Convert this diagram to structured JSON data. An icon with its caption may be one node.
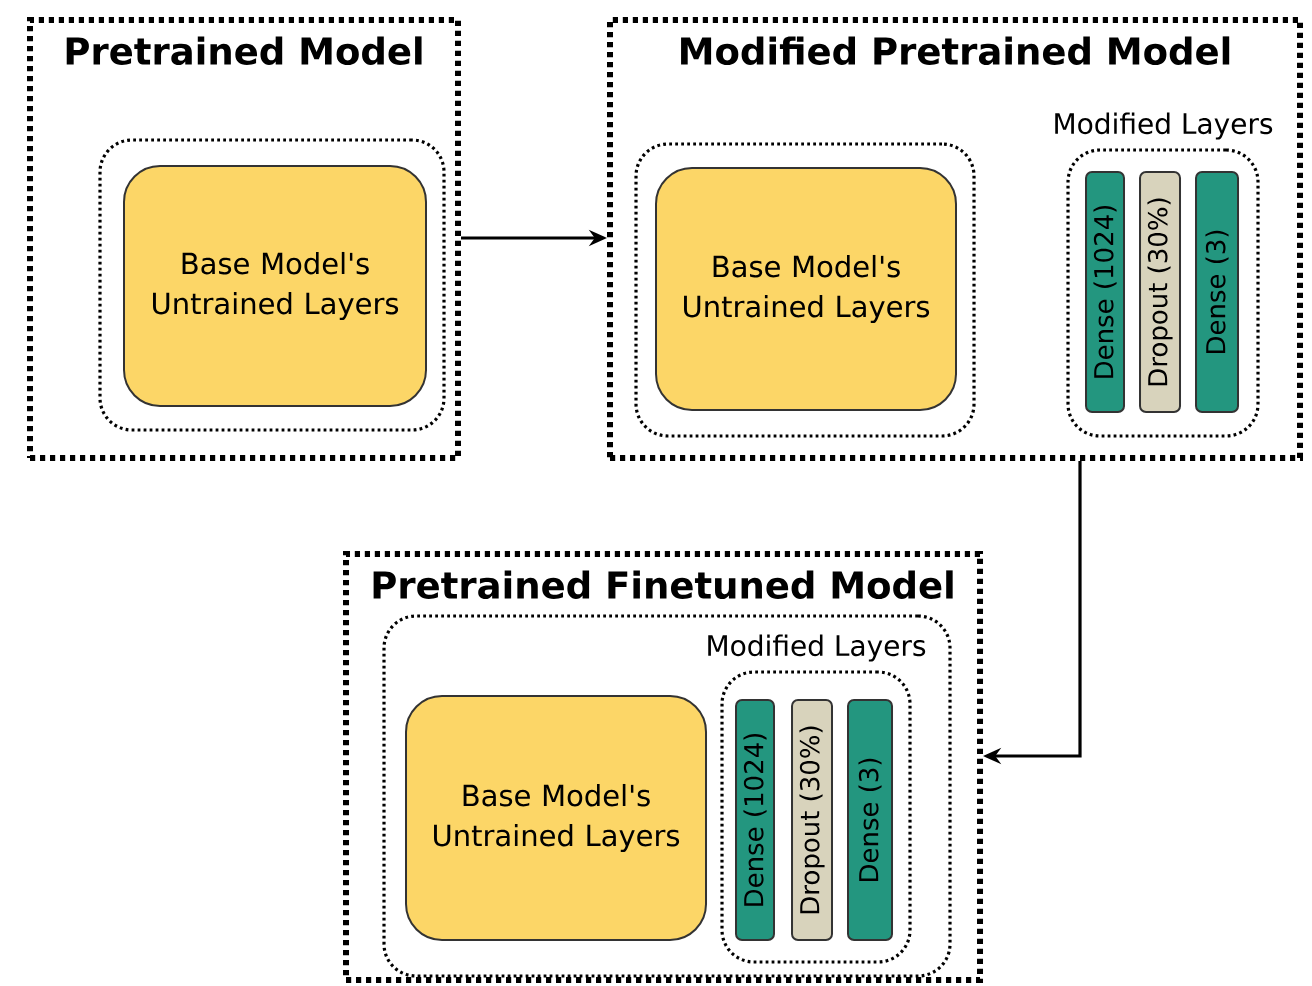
{
  "diagram": {
    "nodes": [
      {
        "text": [
          "Pretrained Model"
        ]
      },
      {
        "text": [],
        "shape": "box",
        "in": 0
      },
      {
        "text": [
          "Base Model's Untrained Layers"
        ],
        "in": 1
      },
      {
        "text": [
          "Modified Pretrained Model"
        ]
      },
      {
        "text": [],
        "shape": "box",
        "in": 3
      },
      {
        "text": [
          "Base Model's Untrained Layers"
        ],
        "in": 4
      },
      {
        "text": [
          "Modified Layers"
        ],
        "in": 3
      },
      {
        "text": [
          "Dense (1024)"
        ],
        "in": 6
      },
      {
        "text": [
          "Dropout (30%)"
        ],
        "in": 6
      },
      {
        "text": [
          "Dense (3)"
        ],
        "in": 6
      },
      {
        "text": [
          "Pretrained Finetuned Model"
        ]
      },
      {
        "text": [],
        "shape": "box",
        "in": 10
      },
      {
        "text": [
          "Base Model's Untrained Layers"
        ],
        "in": 11
      },
      {
        "text": [
          "Modified Layers"
        ],
        "in": 11
      },
      {
        "text": [
          "Dense (1024)"
        ],
        "in": 13
      },
      {
        "text": [
          "Dropout (30%)"
        ],
        "in": 13
      },
      {
        "text": [
          "Dense (3)"
        ],
        "in": 13
      }
    ],
    "edges": [
      {
        "from": 0,
        "to": 3,
        "arrow": "to"
      },
      {
        "from": 3,
        "to": 10,
        "arrow": "to"
      }
    ]
  }
}
